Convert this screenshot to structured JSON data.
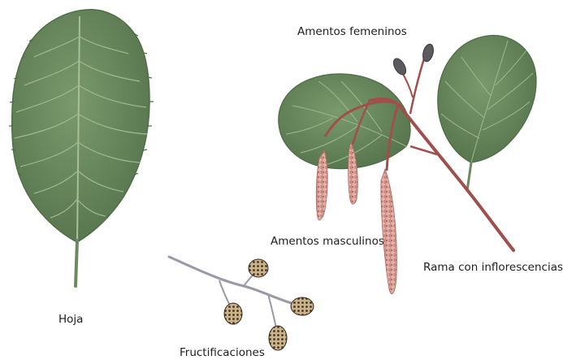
{
  "labels": {
    "leaf": "Hoja",
    "female_catkins": "Amentos femeninos",
    "male_catkins": "Amentos masculinos",
    "branch": "Rama con inflorescencias",
    "fruits": "Fructificaciones"
  },
  "colors": {
    "background": "#ffffff",
    "leaf_green": "#6b8a60",
    "leaf_dark": "#4f6d47",
    "vein": "#9fb892",
    "branch_red": "#a0504c",
    "catkin_pink": "#d79b93",
    "cone_brown": "#5a4030",
    "twig_grey": "#9a9aa6",
    "text": "#1e1e1e"
  }
}
